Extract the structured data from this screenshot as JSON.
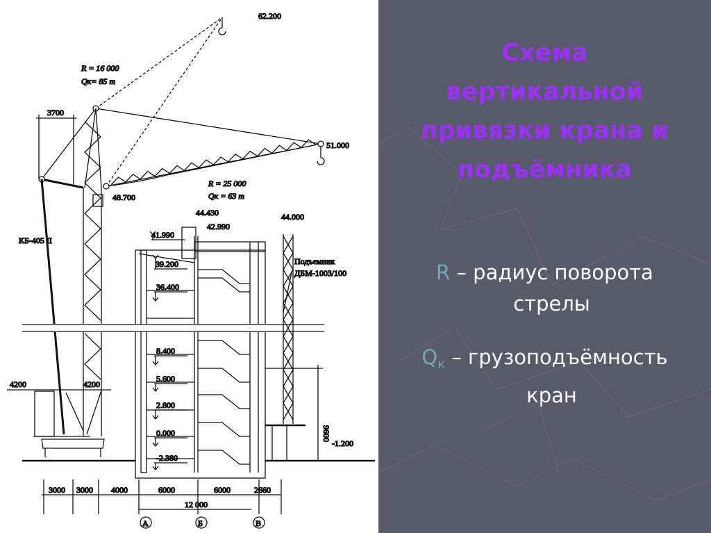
{
  "slide": {
    "title_lines": [
      "Схема",
      "вертикальной",
      "привязки крана и",
      "подъёмника"
    ],
    "legend": [
      {
        "symbol": "R",
        "dash": "–",
        "text_line1": "радиус поворота",
        "text_line2": "стрелы"
      },
      {
        "symbol": "Q",
        "subscript": "к",
        "dash": "–",
        "text_line1": "грузоподъёмность",
        "text_line2": "кран"
      }
    ],
    "colors": {
      "title": "#9b30ff",
      "symbol": "#6eaab8",
      "background": "#575a67",
      "text": "#ffffff"
    }
  },
  "drawing": {
    "marks": {
      "top_hook": "62.200",
      "boom_tip": "51.000",
      "boom_base": "48.700",
      "parapet_high": "44.430",
      "roof": "42.990",
      "roof_low": "41.990",
      "floor_39": "39.200",
      "floor_36": "36.400",
      "floor_8": "8.400",
      "floor_5": "5.600",
      "floor_2": "2.800",
      "floor_0": "0.000",
      "basement": "-2.380",
      "hoist_top": "44.000",
      "ground": "-1.200"
    },
    "r1": "R = 16 000",
    "q1": "Qк= 85 т",
    "r2": "R = 25 000",
    "q2": "Qк = 63 т",
    "dim_3700": "3700",
    "crane_model": "КБ-405 II",
    "hoist_line1": "Подъемник",
    "hoist_line2": "ДБМ-1003/100",
    "dim_4200_left": "4200",
    "dim_4200_right": "4200",
    "dim_9600": "9600",
    "bottom_dims": [
      "3000",
      "3000",
      "4000",
      "6000",
      "6000",
      "2660"
    ],
    "total_dim": "12 000",
    "axes": [
      "А",
      "Б",
      "В"
    ]
  }
}
